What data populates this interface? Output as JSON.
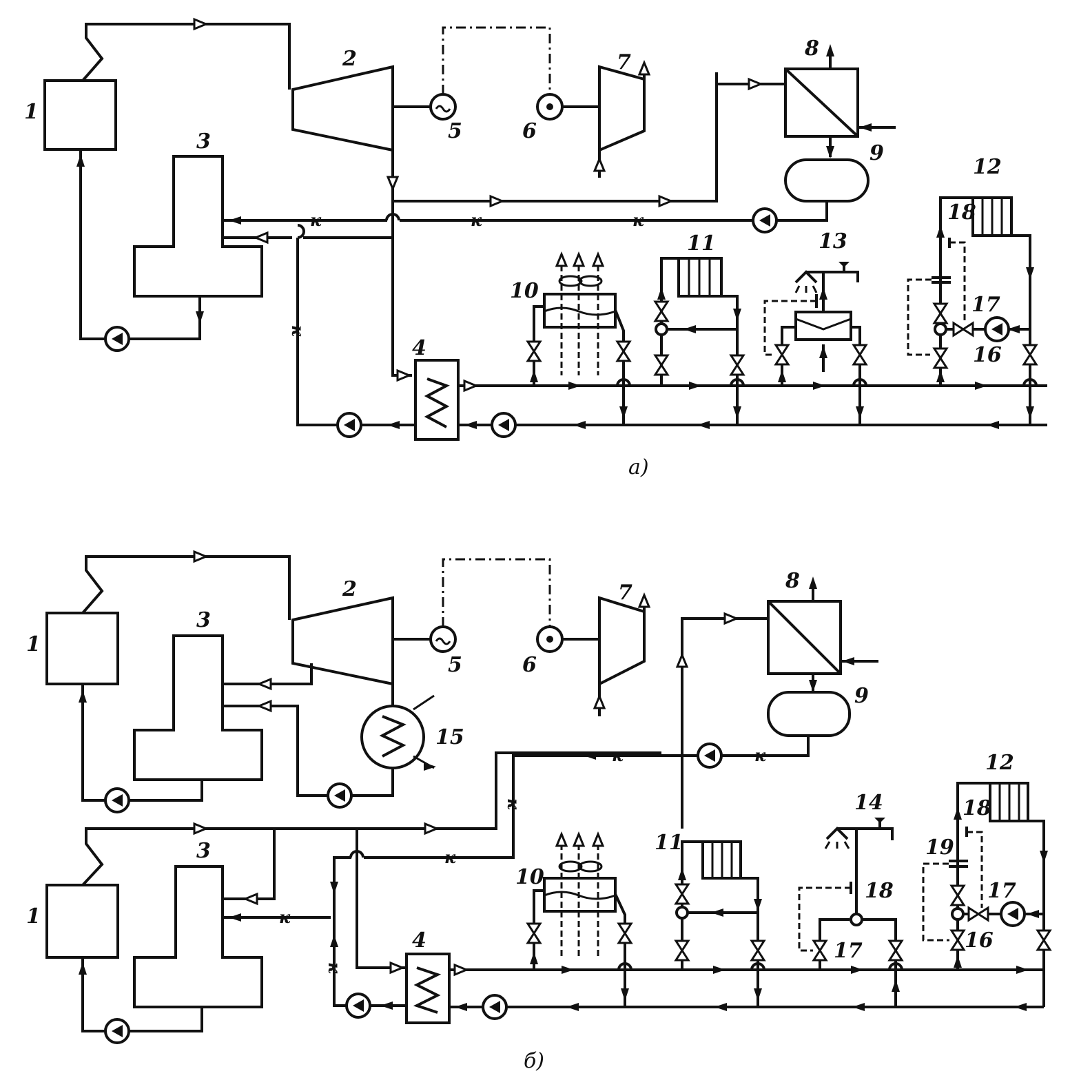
{
  "diagram_a": {
    "caption": "а)",
    "labels": [
      "1",
      "2",
      "3",
      "4",
      "5",
      "6",
      "7",
      "8",
      "9",
      "10",
      "11",
      "12",
      "13",
      "16",
      "17",
      "18"
    ],
    "condensate_mark": "к"
  },
  "diagram_b": {
    "caption": "б)",
    "labels": [
      "1",
      "2",
      "3",
      "4",
      "5",
      "6",
      "7",
      "8",
      "9",
      "10",
      "11",
      "12",
      "14",
      "15",
      "16",
      "17",
      "18",
      "19"
    ],
    "condensate_mark": "к"
  },
  "icons": [
    "boiler-block",
    "turbine-trapezoid",
    "generator-tilde-circle",
    "motor-circle",
    "compressor-trapezoid",
    "heat-exchanger-box",
    "tank-capsule",
    "pump-circle",
    "valve-bowtie",
    "radiator-fins",
    "air-heater-fan",
    "shower-tap"
  ]
}
